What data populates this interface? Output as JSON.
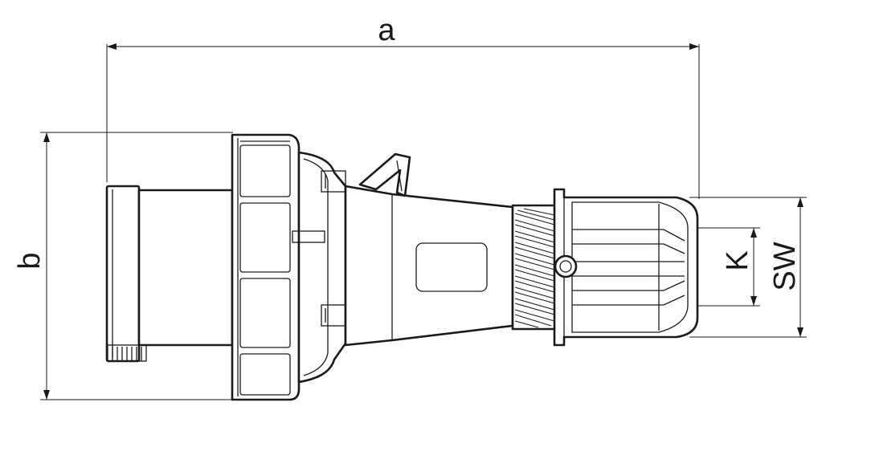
{
  "dimensions": {
    "a": "a",
    "b": "b",
    "k": "K",
    "sw": "SW"
  },
  "colors": {
    "line": "#1a1a1a",
    "background": "#ffffff"
  }
}
